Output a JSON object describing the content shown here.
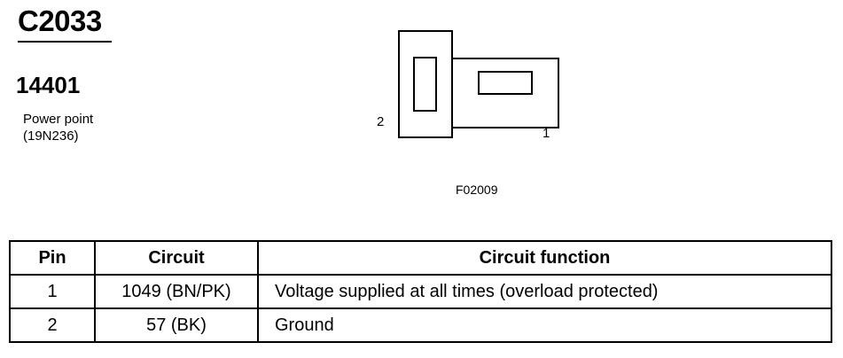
{
  "header": {
    "connector_id": "C2033",
    "part_number": "14401",
    "description_line1": "Power point",
    "description_line2": "(19N236)"
  },
  "diagram": {
    "pin_labels": [
      "2",
      "1"
    ],
    "figure_id": "F02009"
  },
  "table": {
    "headers": [
      "Pin",
      "Circuit",
      "Circuit function"
    ],
    "rows": [
      [
        "1",
        "1049 (BN/PK)",
        "Voltage supplied at all times (overload protected)"
      ],
      [
        "2",
        "57 (BK)",
        "Ground"
      ]
    ]
  }
}
